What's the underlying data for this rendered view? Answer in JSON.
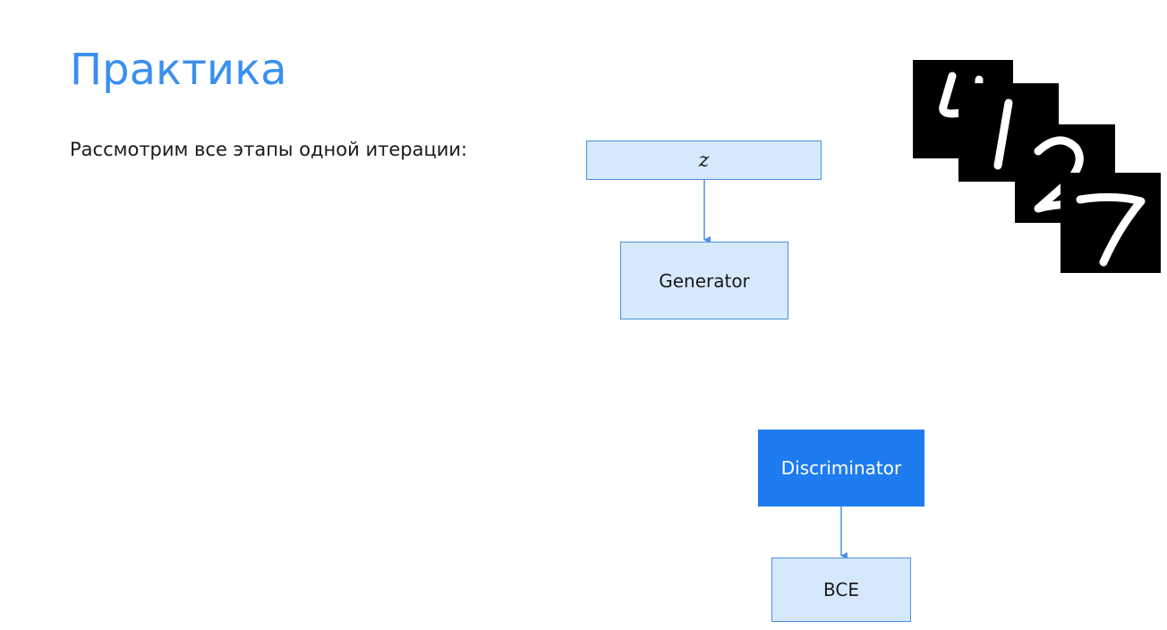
{
  "slide": {
    "title": "Практика",
    "intro": "Рассмотрим все этапы одной итерации:"
  },
  "diagram": {
    "nodes": {
      "z": "z",
      "generator": "Generator",
      "discriminator": "Discriminator",
      "bce": "BCE"
    },
    "edges": [
      {
        "from": "z",
        "to": "generator"
      },
      {
        "from": "discriminator",
        "to": "bce"
      }
    ]
  },
  "sample_images": {
    "digits": [
      "4",
      "1",
      "2",
      "7"
    ]
  },
  "colors": {
    "title": "#3a8ff0",
    "node_fill": "#d6e8fc",
    "node_border": "#4a90e2",
    "active_node_fill": "#1e7cf0",
    "arrow": "#4a90e2"
  }
}
